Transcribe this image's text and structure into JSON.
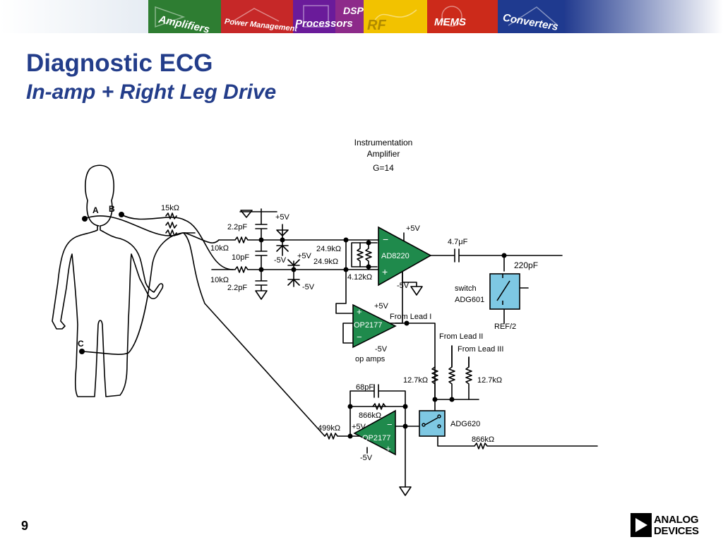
{
  "banner": {
    "segments": [
      "Amplifiers",
      "Power Management",
      "Processors",
      "DSP",
      "RF",
      "MEMS",
      "Converters"
    ],
    "colors": [
      "#2e7d32",
      "#c62828",
      "#6a1b9a",
      "#8d2a8a",
      "#f2c200",
      "#cc2a1a",
      "#1f3a8f"
    ]
  },
  "slide": {
    "title": "Diagnostic ECG",
    "subtitle": "In-amp + Right Leg Drive",
    "page_number": "9"
  },
  "logo": {
    "line1": "ANALOG",
    "line2": "DEVICES"
  },
  "diagram": {
    "colors": {
      "opamp": "#1f8a4c",
      "switch": "#7ec8e3",
      "wire": "#000000"
    },
    "body_points": {
      "a": "A",
      "b": "B",
      "c": "C"
    },
    "inamp_caption": [
      "Instrumentation",
      "Amplifier",
      "G=14"
    ],
    "components": {
      "r_input": "15kΩ",
      "c_top": "2.2pF",
      "c_bottom": "2.2pF",
      "r_top": "10kΩ",
      "r_bottom": "10kΩ",
      "c_diff": "10pF",
      "r_gain_top": "24.9kΩ",
      "r_gain_bottom": "24.9kΩ",
      "r_gain_mid": "4.12kΩ",
      "c_out": "4.7μF",
      "c_filter": "220pF",
      "r_12k7_left": "12.7kΩ",
      "r_12k7_right": "12.7kΩ",
      "c_68p": "68pF",
      "r_866_feedback": "866kΩ",
      "r_866_out": "866kΩ",
      "r_499": "499kΩ"
    },
    "supplies": {
      "diode_pos": "+5V",
      "diode_neg": "-5V",
      "mid_pos": "+5V",
      "mid_neg": "-5V",
      "inamp_pos": "+5V",
      "inamp_neg": "-5V",
      "buf_pos": "+5V",
      "buf_neg": "-5V",
      "rld_pos": "+5V",
      "rld_neg": "-5V"
    },
    "inamp": {
      "name": "AD8220",
      "minus": "−",
      "plus": "+"
    },
    "buffer": {
      "name": "OP2177",
      "plus": "+",
      "minus": "−"
    },
    "buffer_caption": "op amps",
    "rld_amp": {
      "name": "OP2177",
      "minus": "−",
      "plus": "+"
    },
    "switch1": {
      "label": "switch",
      "name": "ADG601"
    },
    "ref_label": "REF/2",
    "switch2": {
      "name": "ADG620"
    },
    "leads": {
      "one": "From Lead I",
      "two": "From Lead II",
      "three": "From Lead III"
    }
  }
}
